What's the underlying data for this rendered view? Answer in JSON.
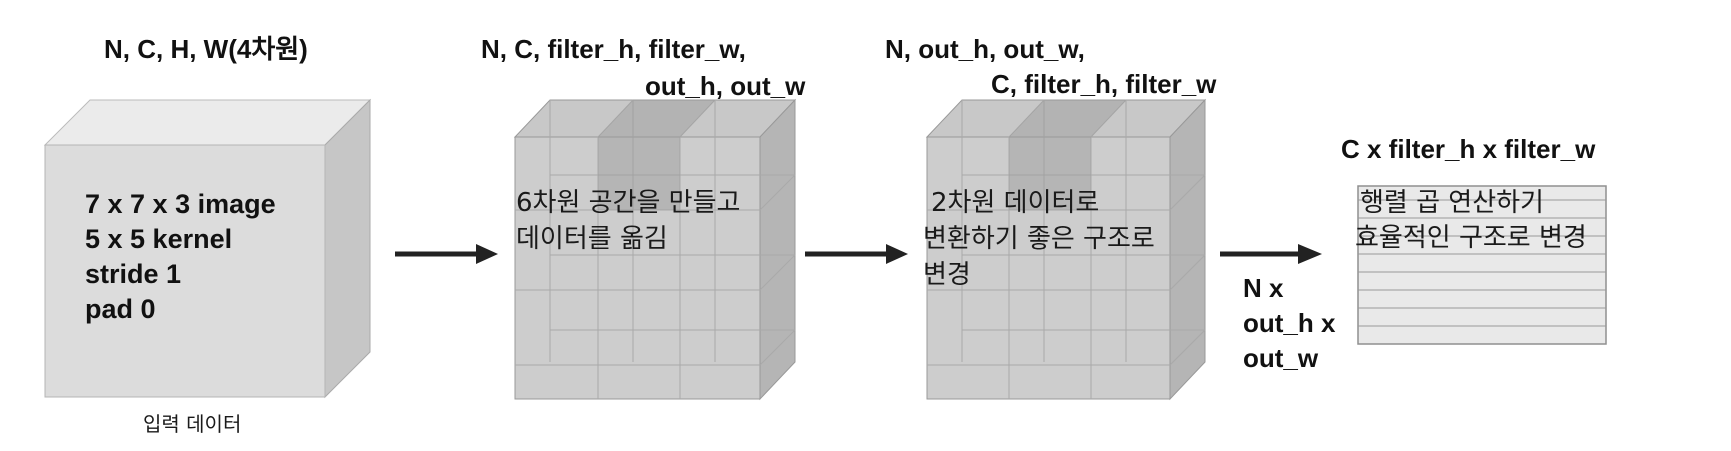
{
  "input_block": {
    "header": "N, C, H, W(4차원)",
    "body_lines": [
      "7 x 7 x 3 image",
      "5 x 5 kernel",
      "stride 1",
      "pad 0"
    ],
    "caption": "입력 데이터"
  },
  "six_dim_block": {
    "header_lines": [
      "N, C, filter_h, filter_w,",
      "out_h, out_w"
    ],
    "body_lines": [
      "6차원 공간을 만들고",
      "데이터를 옮김"
    ]
  },
  "transposed_block": {
    "header_lines": [
      "N, out_h, out_w,",
      "C, filter_h, filter_w"
    ],
    "body_lines": [
      "2차원 데이터로",
      "변환하기 좋은 구조로",
      "변경"
    ]
  },
  "matrix_block": {
    "header": "C x filter_h x filter_w",
    "body_lines": [
      "행렬 곱 연산하기",
      "효율적인 구조로 변경"
    ],
    "side_label_lines": [
      "N x",
      "out_h x",
      "out_w"
    ]
  },
  "colors": {
    "cube_front": "#dcdcdc",
    "cube_top": "#ebebeb",
    "cube_side": "#c4c4c4",
    "arrow": "#222222"
  }
}
